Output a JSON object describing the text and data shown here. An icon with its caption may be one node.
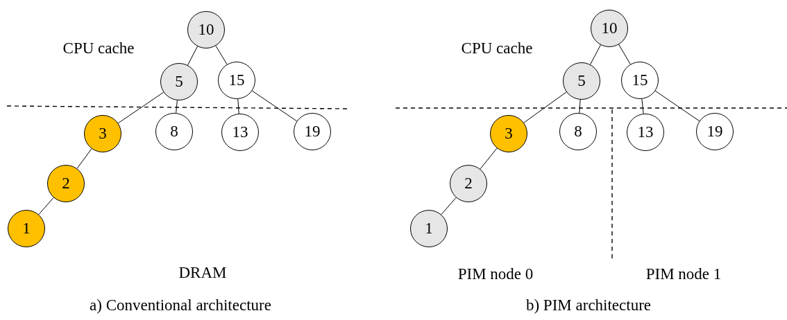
{
  "diagram": {
    "nodes": [
      {
        "text": [
          "10"
        ]
      },
      {
        "text": [
          "5"
        ]
      },
      {
        "text": [
          "15"
        ]
      },
      {
        "text": [
          "3"
        ]
      },
      {
        "text": [
          "8"
        ]
      },
      {
        "text": [
          "13"
        ]
      },
      {
        "text": [
          "19"
        ]
      },
      {
        "text": [
          "2"
        ]
      },
      {
        "text": [
          "1"
        ]
      },
      {
        "text": [
          "10"
        ]
      },
      {
        "text": [
          "5"
        ]
      },
      {
        "text": [
          "15"
        ]
      },
      {
        "text": [
          "3"
        ]
      },
      {
        "text": [
          "8"
        ]
      },
      {
        "text": [
          "13"
        ]
      },
      {
        "text": [
          "19"
        ]
      },
      {
        "text": [
          "2"
        ]
      },
      {
        "text": [
          "1"
        ]
      }
    ],
    "edges": [
      {
        "from": 0,
        "to": 1,
        "arrow": "none"
      },
      {
        "from": 0,
        "to": 2,
        "arrow": "none"
      },
      {
        "from": 1,
        "to": 3,
        "arrow": "none"
      },
      {
        "from": 1,
        "to": 4,
        "arrow": "none"
      },
      {
        "from": 2,
        "to": 5,
        "arrow": "none"
      },
      {
        "from": 2,
        "to": 6,
        "arrow": "none"
      },
      {
        "from": 3,
        "to": 7,
        "arrow": "none"
      },
      {
        "from": 7,
        "to": 8,
        "arrow": "none"
      },
      {
        "from": 9,
        "to": 10,
        "arrow": "none"
      },
      {
        "from": 9,
        "to": 11,
        "arrow": "none"
      },
      {
        "from": 10,
        "to": 12,
        "arrow": "none"
      },
      {
        "from": 10,
        "to": 13,
        "arrow": "none"
      },
      {
        "from": 11,
        "to": 14,
        "arrow": "none"
      },
      {
        "from": 11,
        "to": 15,
        "arrow": "none"
      },
      {
        "from": 12,
        "to": 16,
        "arrow": "none"
      },
      {
        "from": 16,
        "to": 17,
        "arrow": "none"
      }
    ],
    "labels": [
      "CPU cache",
      "DRAM",
      "a) Conventional architecture",
      "CPU cache",
      "PIM node 0",
      "PIM node 1",
      "b) PIM architecture"
    ]
  }
}
